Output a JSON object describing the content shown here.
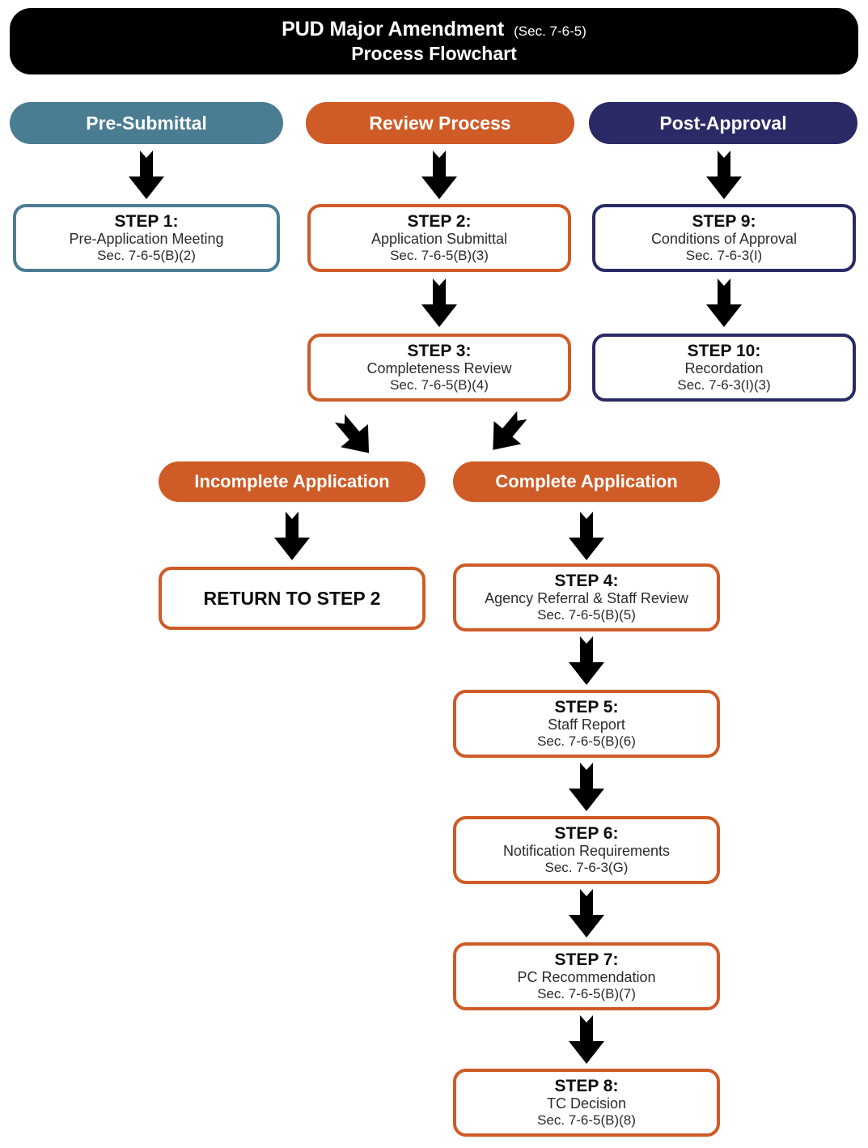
{
  "header": {
    "title_main": "PUD Major Amendment",
    "title_section": "(Sec. 7-6-5)",
    "title_sub": "Process Flowchart"
  },
  "colors": {
    "teal": "#4A7C92",
    "orange": "#CF5B27",
    "navy": "#2A2A66",
    "black": "#000000",
    "white": "#FFFFFF",
    "arrow": "#000000"
  },
  "columns": [
    {
      "label": "Pre-Submittal",
      "color": "#4A7C92"
    },
    {
      "label": "Review Process",
      "color": "#CF5B27"
    },
    {
      "label": "Post-Approval",
      "color": "#2A2A66"
    }
  ],
  "steps": {
    "step1": {
      "title": "STEP 1:",
      "name": "Pre-Application Meeting",
      "section": "Sec. 7-6-5(B)(2)"
    },
    "step2": {
      "title": "STEP 2:",
      "name": "Application Submittal",
      "section": "Sec. 7-6-5(B)(3)"
    },
    "step3": {
      "title": "STEP 3:",
      "name": "Completeness Review",
      "section": "Sec. 7-6-5(B)(4)"
    },
    "step4": {
      "title": "STEP 4:",
      "name": "Agency Referral & Staff Review",
      "section": "Sec. 7-6-5(B)(5)"
    },
    "step5": {
      "title": "STEP 5:",
      "name": "Staff Report",
      "section": "Sec. 7-6-5(B)(6)"
    },
    "step6": {
      "title": "STEP 6:",
      "name": "Notification Requirements",
      "section": "Sec. 7-6-3(G)"
    },
    "step7": {
      "title": "STEP 7:",
      "name": "PC Recommendation",
      "section": "Sec. 7-6-5(B)(7)"
    },
    "step8": {
      "title": "STEP 8:",
      "name": "TC Decision",
      "section": "Sec. 7-6-5(B)(8)"
    },
    "step9": {
      "title": "STEP 9:",
      "name": "Conditions of Approval",
      "section": "Sec. 7-6-3(I)"
    },
    "step10": {
      "title": "STEP 10:",
      "name": "Recordation",
      "section": "Sec. 7-6-3(I)(3)"
    }
  },
  "decisions": {
    "incomplete": "Incomplete Application",
    "complete": "Complete Application"
  },
  "terminal": {
    "return_to_step2": "RETURN TO STEP 2"
  },
  "icons": {
    "down_arrow": "down-arrow-icon",
    "down_left_arrow": "down-left-arrow-icon",
    "down_right_arrow": "down-right-arrow-icon"
  }
}
